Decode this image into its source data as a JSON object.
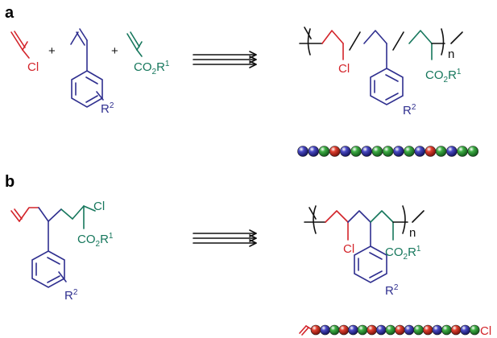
{
  "panel_a": {
    "label": "a",
    "vinyl_chloride_atom": "Cl",
    "plus_1": "+",
    "plus_2": "+",
    "styrene_r": "R",
    "styrene_r_sup": "2",
    "acrylate_group": "CO",
    "acrylate_sub": "2",
    "acrylate_r": "R",
    "acrylate_r_sup": "1",
    "product_cl": "Cl",
    "product_r": "R",
    "product_r_sup": "2",
    "product_co": "CO",
    "product_co_sub": "2",
    "product_co_r": "R",
    "product_co_r_sup": "1",
    "product_n": "n",
    "bead_sequence": [
      "blue",
      "blue",
      "green",
      "red",
      "blue",
      "green",
      "blue",
      "green",
      "green",
      "blue",
      "green",
      "blue",
      "red",
      "green",
      "blue",
      "green",
      "green"
    ],
    "colors": {
      "red": "#d3242a",
      "blue": "#3a3aa8",
      "green": "#2f9a3a"
    }
  },
  "panel_b": {
    "label": "b",
    "monomer_cl": "Cl",
    "monomer_co": "CO",
    "monomer_co_sub": "2",
    "monomer_r1": "R",
    "monomer_r1_sup": "1",
    "monomer_r2": "R",
    "monomer_r2_sup": "2",
    "product_cl": "Cl",
    "product_r": "R",
    "product_r_sup": "2",
    "product_co": "CO",
    "product_co_sub": "2",
    "product_co_r": "R",
    "product_co_r_sup": "1",
    "product_n": "n",
    "chain_end": "Cl",
    "bead_sequence": [
      "red",
      "blue",
      "green",
      "red",
      "blue",
      "green",
      "red",
      "blue",
      "green",
      "red",
      "blue",
      "green",
      "red",
      "blue",
      "green",
      "red",
      "blue",
      "green"
    ]
  }
}
